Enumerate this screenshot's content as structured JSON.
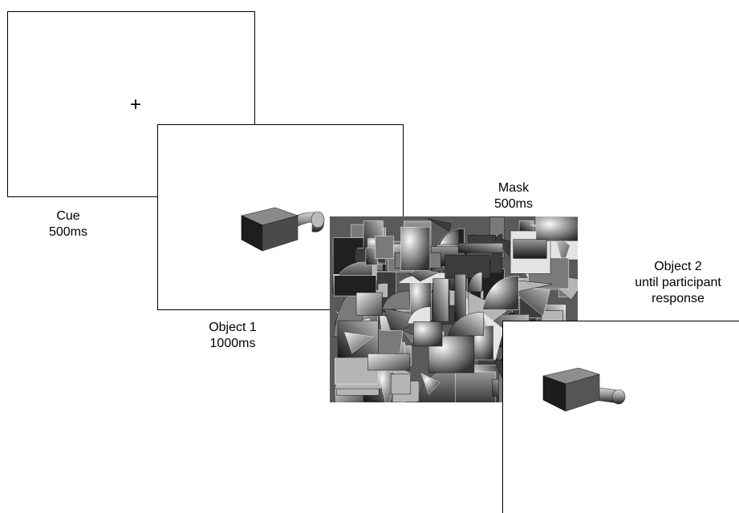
{
  "frames": {
    "cue": {
      "label_line1": "Cue",
      "label_line2": "500ms",
      "fixation_symbol": "+"
    },
    "object1": {
      "label_line1": "Object 1",
      "label_line2": "1000ms",
      "object_icon": "box-with-bent-cylinder"
    },
    "mask": {
      "label_line1": "Mask",
      "label_line2": "500ms",
      "icon": "scrambled-grayscale-mask"
    },
    "object2": {
      "label_line1": "Object 2",
      "label_line2": "until participant",
      "label_line3": "response",
      "object_icon": "box-with-straight-cylinder"
    }
  }
}
